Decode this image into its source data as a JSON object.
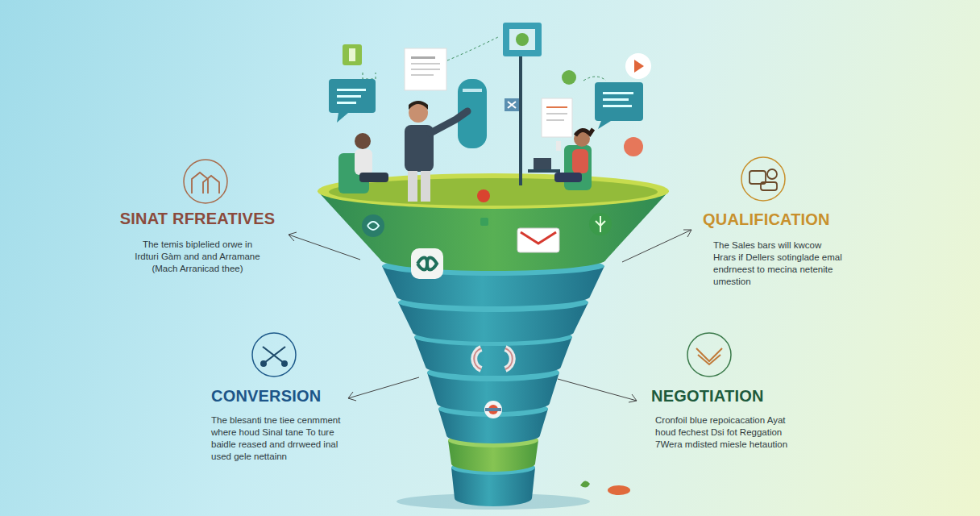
{
  "diagram": {
    "labels": [
      "SINAT RFREATIVES",
      "The temis biplelied orwe in Irdturi Gàm and and Arramane (Mach Arranicad thee)",
      "QUALIFICATION",
      "The Sales bars will kwcow Hrars if Dellers sotinglade emal endrneest to mecina netenite umestion",
      "CONVERSION",
      "The blesanti tne tiee cenmment where houd Sinal tane To ture baidle reased and drrweed inal used gele nettainn",
      "NEGOTIATION",
      "Cronfoil blue repoicacation Ayat houd fechest Dsi fot Reggation 7Wera mdisted miesle hetaution"
    ]
  }
}
